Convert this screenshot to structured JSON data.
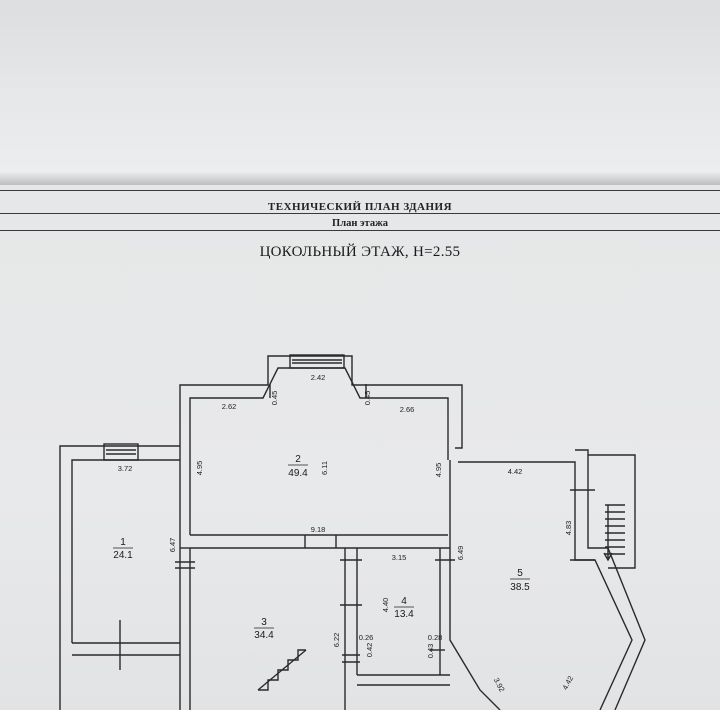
{
  "header": {
    "line1": "ТЕХНИЧЕСКИЙ ПЛАН ЗДАНИЯ",
    "line2": "План этажа"
  },
  "plan": {
    "title": "ЦОКОЛЬНЫЙ ЭТАЖ, Н=2.55",
    "rooms": [
      {
        "number": "1",
        "area": "24.1"
      },
      {
        "number": "2",
        "area": "49.4"
      },
      {
        "number": "3",
        "area": "34.4"
      },
      {
        "number": "4",
        "area": "13.4"
      },
      {
        "number": "5",
        "area": "38.5"
      }
    ],
    "dimensions": {
      "d242": "2.42",
      "d262": "2.62",
      "d266": "2.66",
      "d045a": "0.45",
      "d045b": "0.45",
      "d372": "3.72",
      "d495a": "4.95",
      "d611": "6.11",
      "d495b": "4.95",
      "d442a": "4.42",
      "d483": "4.83",
      "d647": "6.47",
      "d918": "9.18",
      "d649": "6.49",
      "d315": "3.15",
      "d440": "4.40",
      "d622": "6.22",
      "d026": "0.26",
      "d042": "0.42",
      "d028": "0.28",
      "d043": "0.43",
      "d392": "3.92",
      "d442b": "4.42"
    }
  }
}
